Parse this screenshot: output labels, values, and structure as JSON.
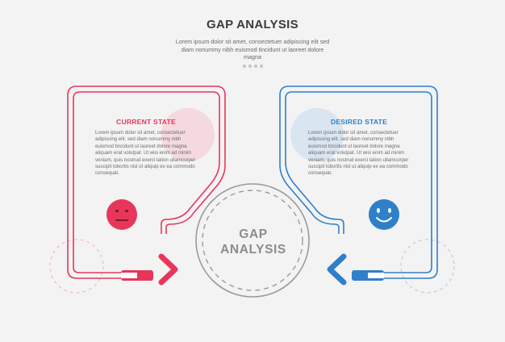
{
  "header": {
    "title": "GAP ANALYSIS",
    "subtitle": "Lorem ipsum dolor sit amet, consectetuer adipiscing elit sed diam nonummy nibh euismod tincidunt ut laoreet dolore magna"
  },
  "colors": {
    "current": "#e8365a",
    "current_soft": "#f4d6dc",
    "desired": "#2f7fc9",
    "desired_soft": "#d7e3f2",
    "center": "#8c8c8c"
  },
  "current_state": {
    "heading": "CURRENT STATE",
    "body": "Lorem ipsum dolor sit amet, consectetuer adipiscing elit, sed diam nonummy nibh euismod tincidunt ut laoreet dolore magna aliquam erat volutpat. Ut wisi enim ad minim veniam, quis nostrud exerci tation ullamcorper suscipit lobortis nisl ut aliquip ex ea commodo consequat.",
    "icon": "neutral-face-icon"
  },
  "desired_state": {
    "heading": "DESIRED STATE",
    "body": "Lorem ipsum dolor sit amet, consectetuer adipiscing elit, sed diam nonummy nibh euismod tincidunt ut laoreet dolore magna aliquam erat volutpat. Ut wisi enim ad minim veniam, quis nostrud exerci tation ullamcorper suscipit lobortis nisl ut aliquip ex ea commodo consequat.",
    "icon": "smiley-face-icon"
  },
  "center": {
    "label": "GAP ANALYSIS"
  }
}
